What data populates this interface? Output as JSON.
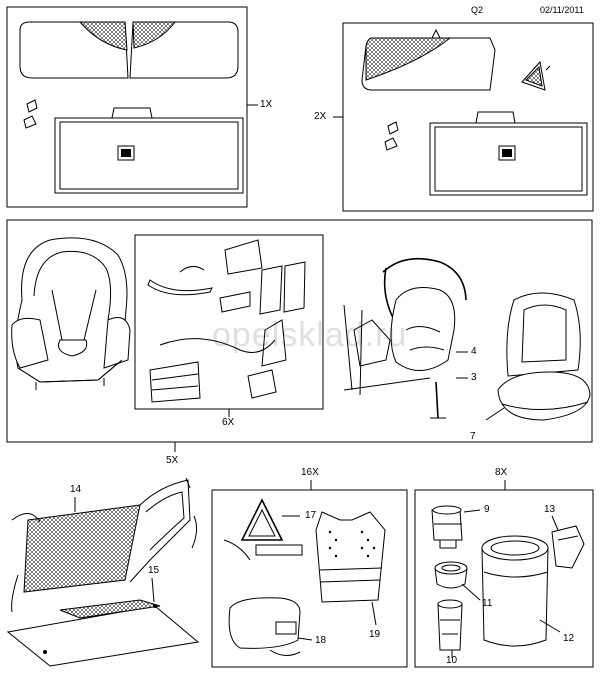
{
  "header": {
    "code": "Q2",
    "date": "02/11/2011"
  },
  "watermark": "opelsklad.ru",
  "callouts": {
    "c1": "1X",
    "c2": "2X",
    "c3": "3",
    "c4": "4",
    "c5": "5X",
    "c6": "6X",
    "c7": "7",
    "c8": "8X",
    "c9": "9",
    "c10": "10",
    "c11": "11",
    "c12": "12",
    "c13": "13",
    "c14": "14",
    "c15": "15",
    "c16": "16X",
    "c17": "17",
    "c18": "18",
    "c19": "19"
  }
}
